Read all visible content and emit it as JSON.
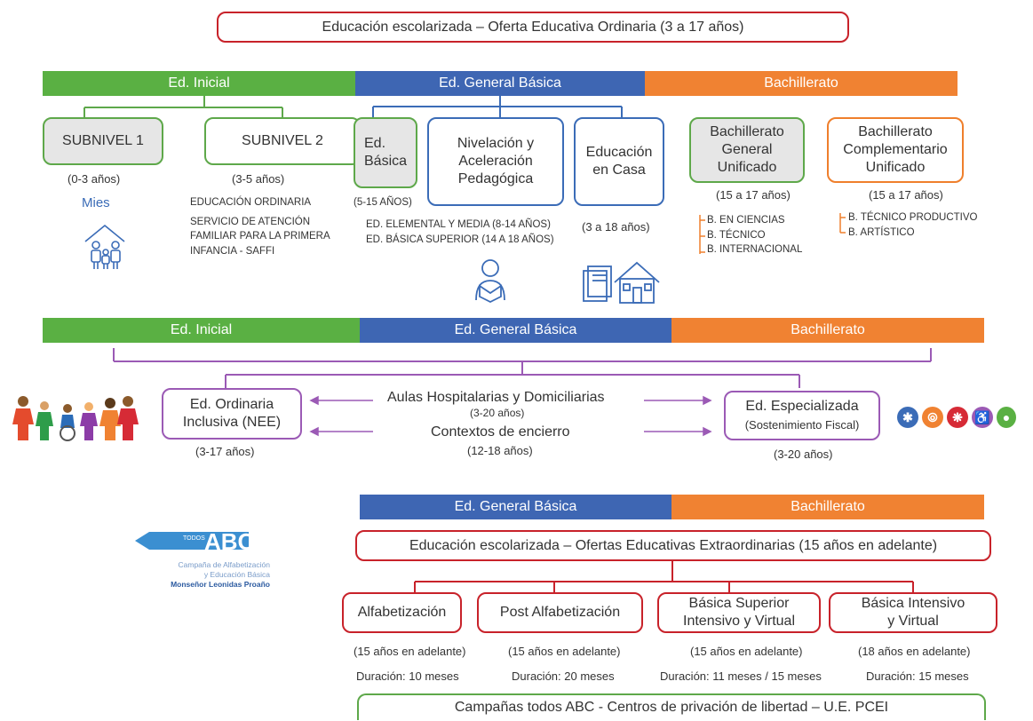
{
  "top_title": "Educación escolarizada – Oferta Educativa Ordinaria (3 a 17 años)",
  "bar1": {
    "inicial": "Ed. Inicial",
    "basica": "Ed. General Básica",
    "bach": "Bachillerato"
  },
  "inicial": {
    "sub1": "SUBNIVEL 1",
    "sub2": "SUBNIVEL 2",
    "sub1_age": "(0-3 años)",
    "sub2_age": "(3-5 años)",
    "mies": "Mies",
    "sub2_items": [
      "EDUCACIÓN ORDINARIA",
      "SERVICIO DE ATENCIÓN",
      "FAMILIAR PARA LA PRIMERA",
      "INFANCIA - SAFFI"
    ]
  },
  "basica": {
    "edbasica": [
      "Ed.",
      "Básica"
    ],
    "edbasica_age": "(5-15 AÑOS)",
    "nivelacion": [
      "Nivelación y",
      "Aceleración",
      "Pedagógica"
    ],
    "nivelacion_items": [
      "ED. ELEMENTAL Y MEDIA (8-14 AÑOS)",
      "ED. BÁSICA SUPERIOR (14 A 18 AÑOS)"
    ],
    "casa": [
      "Educación",
      "en Casa"
    ],
    "casa_age": "(3 a 18 años)"
  },
  "bach": {
    "bgu": [
      "Bachillerato",
      "General",
      "Unificado"
    ],
    "bgu_age": "(15 a 17 años)",
    "bgu_items": [
      "B. EN CIENCIAS",
      "B. TÉCNICO",
      "B. INTERNACIONAL"
    ],
    "bcu": [
      "Bachillerato",
      "Complementario",
      "Unificado"
    ],
    "bcu_age": "(15 a 17 años)",
    "bcu_items": [
      "B. TÉCNICO PRODUCTIVO",
      "B. ARTÍSTICO"
    ]
  },
  "bar2": {
    "inicial": "Ed. Inicial",
    "basica": "Ed. General Básica",
    "bach": "Bachillerato"
  },
  "inclusiva": {
    "ordinaria": [
      "Ed. Ordinaria",
      "Inclusiva (NEE)"
    ],
    "ordinaria_age": "(3-17 años)",
    "aulas": "Aulas Hospitalarias y Domiciliarias",
    "aulas_age": "(3-20 años)",
    "encierro": "Contextos de encierro",
    "encierro_age": "(12-18 años)",
    "especializada": "Ed. Especializada",
    "especializada_sub": "(Sostenimiento Fiscal)",
    "especializada_age": "(3-20 años)"
  },
  "bar3": {
    "basica": "Ed. General Básica",
    "bach": "Bachillerato"
  },
  "abc_logo": {
    "todos": "TODOS",
    "abc": "ABC",
    "line1": "Campaña de Alfabetización",
    "line2": "y Educación Básica",
    "line3": "Monseñor Leonidas Proaño"
  },
  "extra_title": "Educación escolarizada – Ofertas Educativas Extraordinarias (15 años en adelante)",
  "extra": [
    {
      "label": [
        "Alfabetización"
      ],
      "age": "(15 años en adelante)",
      "dur": "Duración: 10 meses"
    },
    {
      "label": [
        "Post Alfabetización"
      ],
      "age": "(15 años en adelante)",
      "dur": "Duración: 20 meses"
    },
    {
      "label": [
        "Básica Superior",
        "Intensivo y Virtual"
      ],
      "age": "(15 años en adelante)",
      "dur": "Duración: 11 meses / 15 meses"
    },
    {
      "label": [
        "Básica Intensivo",
        "y Virtual"
      ],
      "age": "(18 años en adelante)",
      "dur": "Duración: 15 meses"
    }
  ],
  "footer": "Campañas todos ABC - Centros de privación de libertad – U.E. PCEI",
  "colors": {
    "green": "#5ab043",
    "blue": "#3e66b3",
    "orange": "#f08232",
    "red": "#c8222a",
    "purple": "#9b5ab5"
  },
  "icons": [
    "family-icon",
    "reading-student-icon",
    "home-study-icon",
    "children-group-icon",
    "visual-disability-icon",
    "hearing-disability-icon",
    "physical-disability-icon",
    "wheelchair-icon",
    "intellectual-disability-icon"
  ]
}
